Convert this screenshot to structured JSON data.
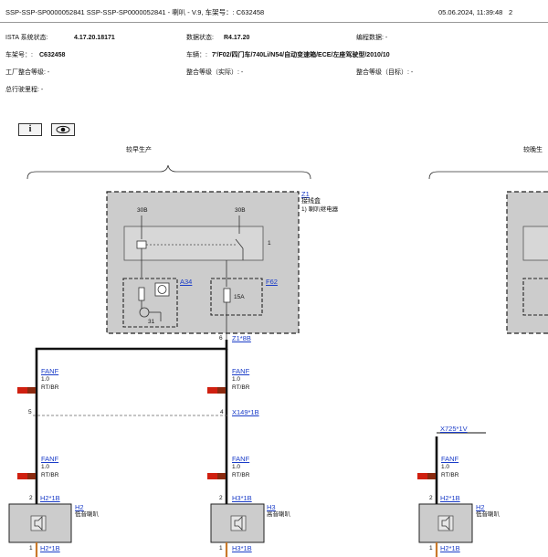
{
  "header": {
    "title": "SSP-SSP-SP0000052841 SSP-SSP-SP0000052841 - 喇叭 - V.9, 车架号：: C632458",
    "datetime": "05.06.2024, 11:39:48",
    "page": "2"
  },
  "info": {
    "ista_label": "ISTA 系统状态:",
    "ista_value": "4.17.20.18171",
    "data_label": "数据状态:",
    "data_value": "R4.17.20",
    "prog_label": "编程数据: -",
    "vin_label": "车架号：:",
    "vin_value": "C632458",
    "vehicle_label": "车辆：:",
    "vehicle_value": "7'/F02/四门车/740Li/N54/自动变速箱/ECE/左座驾驶型/2010/10",
    "factory_label": "工厂整合等级: -",
    "actual_label": "整合等级（实际）: -",
    "target_label": "整合等级（目标）: -",
    "mileage_label": "总行驶里程: -"
  },
  "toolbar": {
    "info_icon": "i",
    "view_icon": "eye-icon"
  },
  "groups": {
    "early": "较早生产",
    "late": "较晚生"
  },
  "modules": {
    "z1_code": "Z1",
    "z1_name": "接线盒",
    "z1_note": "1)   喇叭继电器",
    "a34": "A34",
    "f62": "F62",
    "fuse_rating": "15A",
    "t30b_left": "30B",
    "t30b_right": "30B",
    "relay_pin": "1",
    "ground_pin": "31"
  },
  "connectors": {
    "z1_8b": "Z1*8B",
    "z1_pin": "6",
    "x149": "X149*1B",
    "x149_pin_left": "5",
    "x149_pin_right": "4",
    "x725": "X725*1V",
    "h2_1b": "H2*1B",
    "h3_1b": "H3*1B",
    "pin2": "2",
    "pin1": "1"
  },
  "wires": [
    {
      "code": "FANF",
      "size": "1.0",
      "color": "RT/BR"
    },
    {
      "code": "FANF",
      "size": "1.0",
      "color": "RT/BR"
    },
    {
      "code": "FANF",
      "size": "1.0",
      "color": "RT/BR"
    },
    {
      "code": "FANF",
      "size": "1.0",
      "color": "RT/BR"
    },
    {
      "code": "FANF",
      "size": "1.0",
      "color": "RT/BR"
    }
  ],
  "horns": [
    {
      "code": "H2",
      "name": "低音喇叭"
    },
    {
      "code": "H3",
      "name": "高音喇叭"
    },
    {
      "code": "H2",
      "name": "低音喇叭"
    }
  ],
  "colors": {
    "box_fill": "#cccccc",
    "link": "#1a3cc8",
    "wire_tag": "#d02010",
    "wire_tag2": "#8a2a10"
  }
}
